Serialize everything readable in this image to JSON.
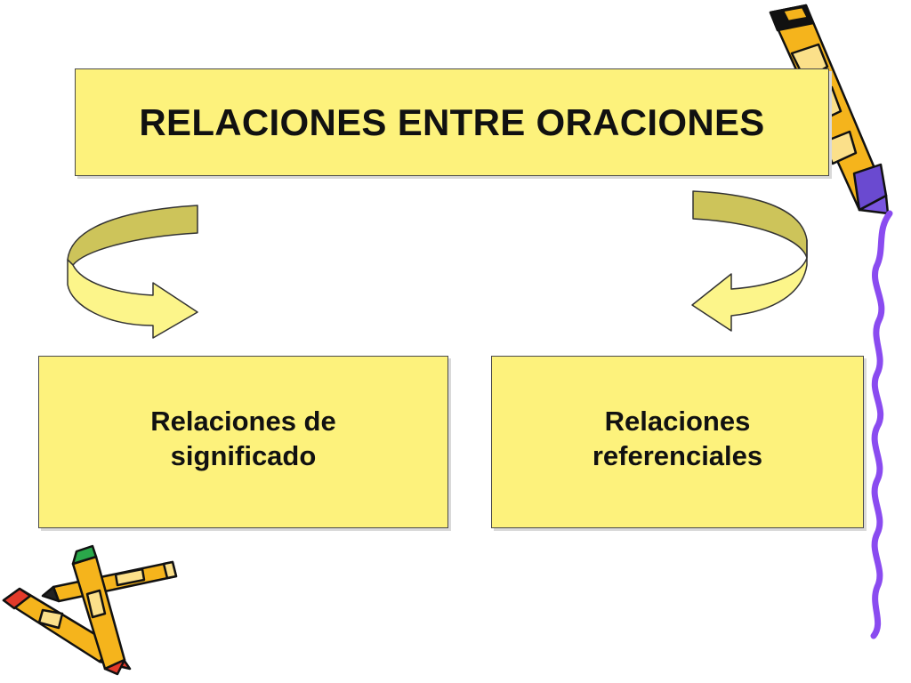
{
  "title": "RELACIONES ENTRE ORACIONES",
  "branches": [
    {
      "label": "Relaciones de\nsignificado"
    },
    {
      "label": "Relaciones\nreferenciales"
    }
  ],
  "colors": {
    "box_fill": "#fdf27c",
    "arrow_fill": "#fcf58a",
    "arrow_band": "#cdc45a",
    "pencil_body": "#f5b41c",
    "scribble": "#8a4bf0"
  },
  "icons": [
    "curved-arrow-icon",
    "pencil-icon",
    "scribble-line"
  ]
}
